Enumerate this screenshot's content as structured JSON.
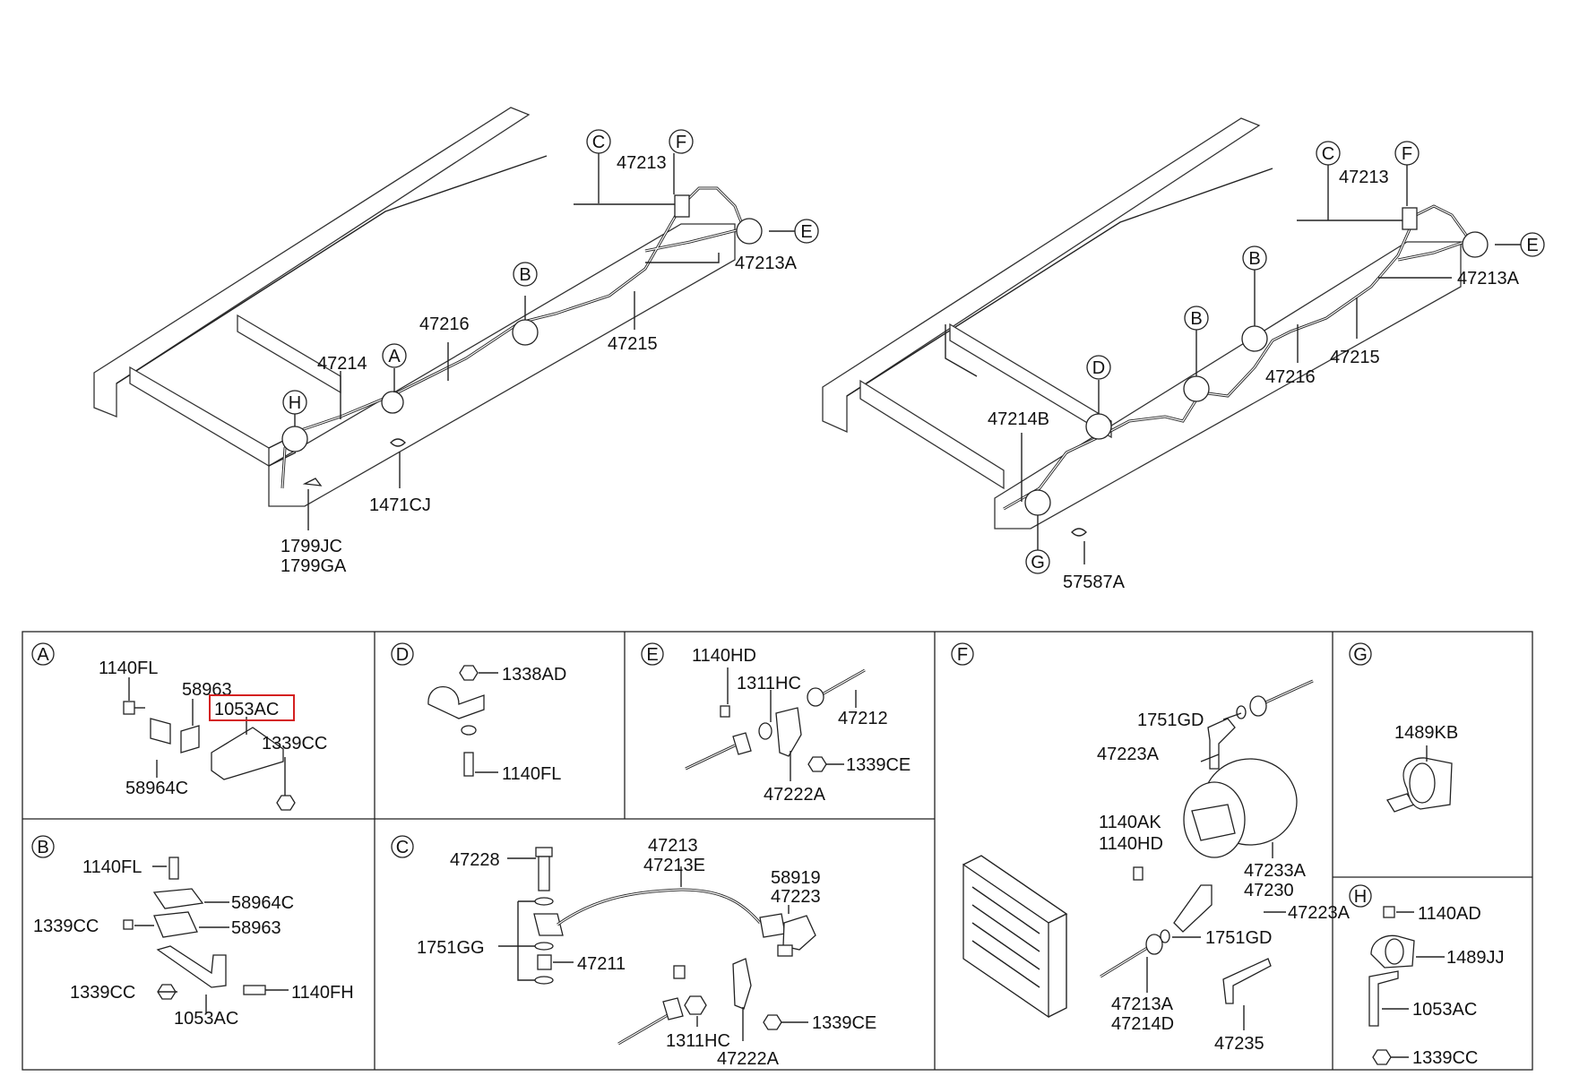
{
  "labels": {
    "l1": {
      "p_47213": "47213",
      "p_47213A": "47213A",
      "p_47216": "47216",
      "p_47214": "47214",
      "p_47215": "47215",
      "p_1471CJ": "1471CJ",
      "p_1799JC": "1799JC",
      "p_1799GA": "1799GA"
    },
    "l2": {
      "p_47213": "47213",
      "p_47213A": "47213A",
      "p_47215": "47215",
      "p_47216": "47216",
      "p_47214B": "47214B",
      "p_57587A": "57587A"
    },
    "A": {
      "p_1140FL": "1140FL",
      "p_58963": "58963",
      "p_1053AC": "1053AC",
      "p_1339CC": "1339CC",
      "p_58964C": "58964C"
    },
    "D": {
      "p_1338AD": "1338AD",
      "p_1140FL": "1140FL"
    },
    "E": {
      "p_1140HD": "1140HD",
      "p_1311HC": "1311HC",
      "p_47212": "47212",
      "p_1339CE": "1339CE",
      "p_47222A": "47222A"
    },
    "F": {
      "p_1751GD_a": "1751GD",
      "p_47223A_a": "47223A",
      "p_1140AK": "1140AK",
      "p_1140HD": "1140HD",
      "p_47233A": "47233A",
      "p_47230": "47230",
      "p_47223A_b": "47223A",
      "p_1751GD_b": "1751GD",
      "p_47213A": "47213A",
      "p_47214D": "47214D",
      "p_47235": "47235"
    },
    "G": {
      "p_1489KB": "1489KB"
    },
    "H": {
      "p_1140AD": "1140AD",
      "p_1489JJ": "1489JJ",
      "p_1053AC": "1053AC",
      "p_1339CC": "1339CC"
    },
    "B": {
      "p_1140FL": "1140FL",
      "p_58964C": "58964C",
      "p_1339CC_a": "1339CC",
      "p_58963": "58963",
      "p_1339CC_b": "1339CC",
      "p_1140FH": "1140FH",
      "p_1053AC": "1053AC"
    },
    "C": {
      "p_47228": "47228",
      "p_47213": "47213",
      "p_47213E": "47213E",
      "p_58919": "58919",
      "p_47223": "47223",
      "p_1751GG": "1751GG",
      "p_47211": "47211",
      "p_1311HC": "1311HC",
      "p_47222A": "47222A",
      "p_1339CE": "1339CE"
    }
  },
  "letters": {
    "A": "A",
    "B": "B",
    "C": "C",
    "D": "D",
    "E": "E",
    "F": "F",
    "G": "G",
    "H": "H"
  },
  "highlight": {
    "part": "1053AC",
    "color": "#d42020"
  }
}
